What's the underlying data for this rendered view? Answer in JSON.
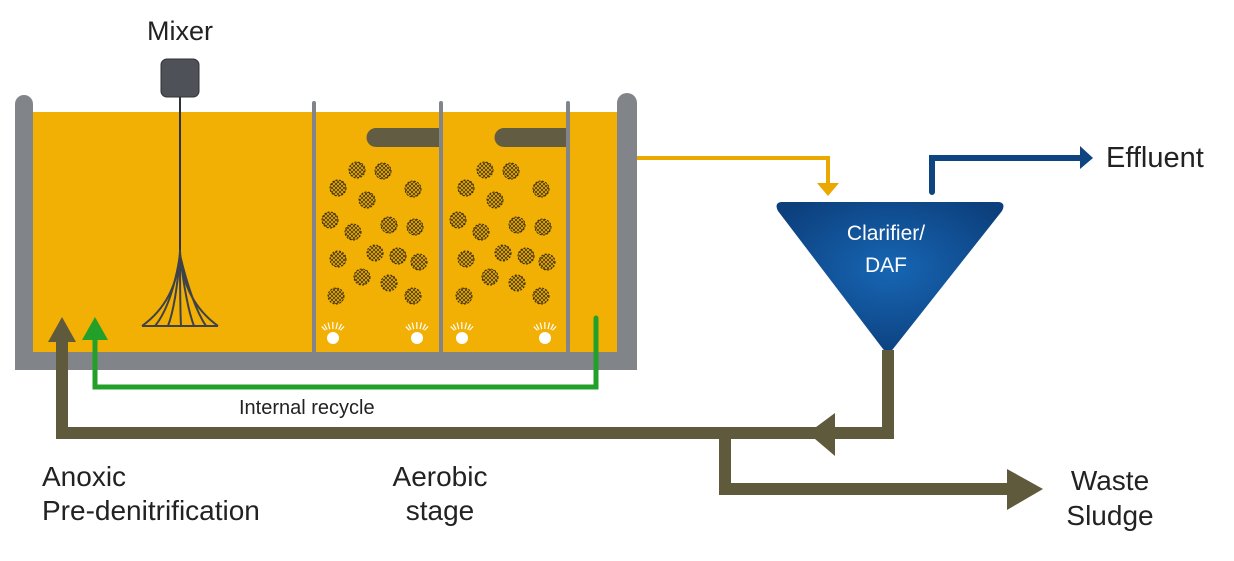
{
  "labels": {
    "mixer": "Mixer",
    "clarifier_line1": "Clarifier/",
    "clarifier_line2": "DAF",
    "effluent": "Effluent",
    "internal_recycle": "Internal recycle",
    "anoxic_line1": "Anoxic",
    "anoxic_line2": "Pre-denitrification",
    "aerobic_line1": "Aerobic",
    "aerobic_line2": "stage",
    "waste_line1": "Waste",
    "waste_line2": "Sludge"
  },
  "colors": {
    "liquid": "#F2B005",
    "tank_wall": "#818589",
    "mixer": "#4E5258",
    "clarifier": "#1A5CA6",
    "effluent_line": "#0E4480",
    "sludge_line": "#5F5A3C",
    "internal_recycle_line": "#22A02A",
    "feed_line": "#EBA800"
  }
}
